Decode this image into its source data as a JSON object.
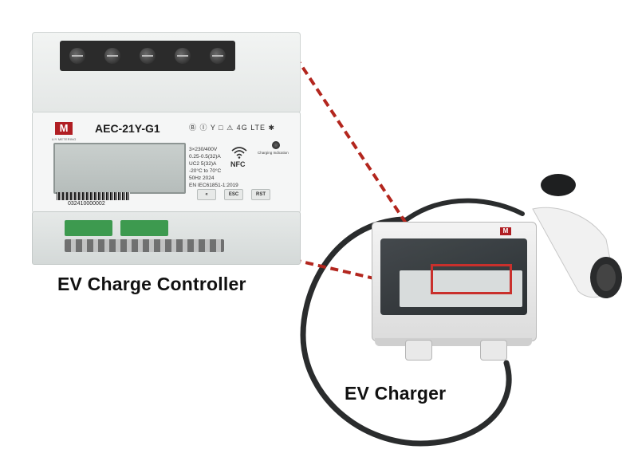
{
  "labels": {
    "controller": "EV Charge Controller",
    "charger": "EV Charger"
  },
  "meter": {
    "brand_logo": "M",
    "brand_sub": "LIY METERING",
    "model": "AEC-21Y-G1",
    "icon_row": "Ⓑ Ⓘ Υ □ ⚠ 4G LTE ✱",
    "specs": [
      "3×230/400V",
      "0.25-0.5(32)A",
      "UC2   5(32)A",
      "-20°C to 70°C",
      "50Hz   2024",
      "EN IEC61851-1:2019"
    ],
    "nfc_label": "NFC",
    "indicator_label": "Charging Indication",
    "barcode_number": "032410000002",
    "buttons": [
      "«",
      "ESC",
      "RST"
    ]
  },
  "charger": {
    "logo": "M"
  },
  "colors": {
    "accent_red": "#b01e23",
    "dashed_line": "#b3261e",
    "highlight": "#c9302c",
    "cable": "#2a2c2d"
  }
}
